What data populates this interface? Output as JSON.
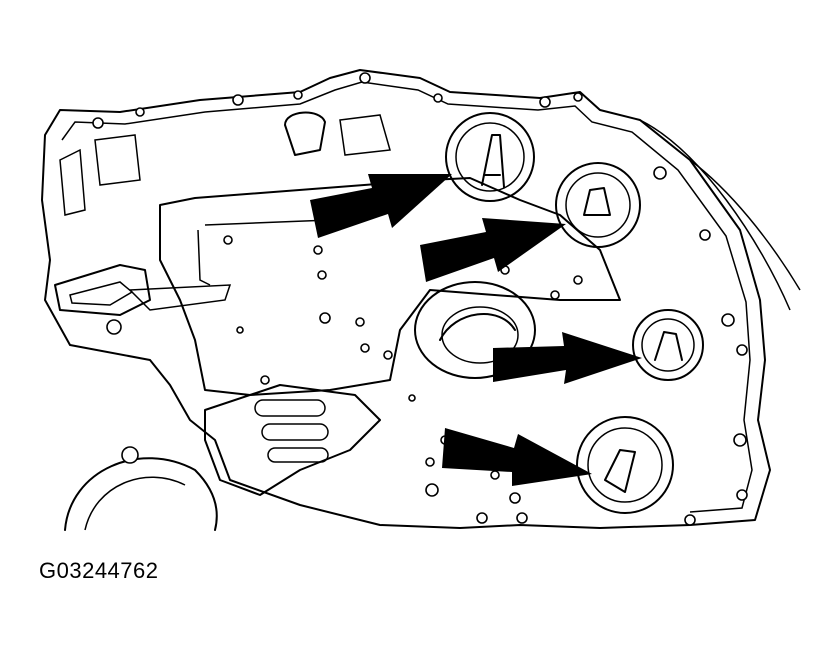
{
  "figure": {
    "id_label": "G03244762",
    "arrow_color": "#000000",
    "line_color": "#000000",
    "background": "#ffffff"
  },
  "callouts": [
    {
      "target": "servo-bore-top"
    },
    {
      "target": "servo-bore-upper-right"
    },
    {
      "target": "servo-bore-middle-right"
    },
    {
      "target": "servo-bore-lower-right"
    }
  ]
}
